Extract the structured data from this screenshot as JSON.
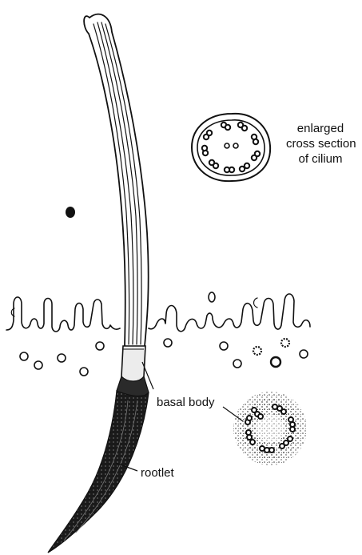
{
  "labels": {
    "cross_section_line1": "enlarged",
    "cross_section_line2": "cross section",
    "cross_section_line3": "of cilium",
    "basal_body": "basal body",
    "rootlet": "rootlet"
  }
}
